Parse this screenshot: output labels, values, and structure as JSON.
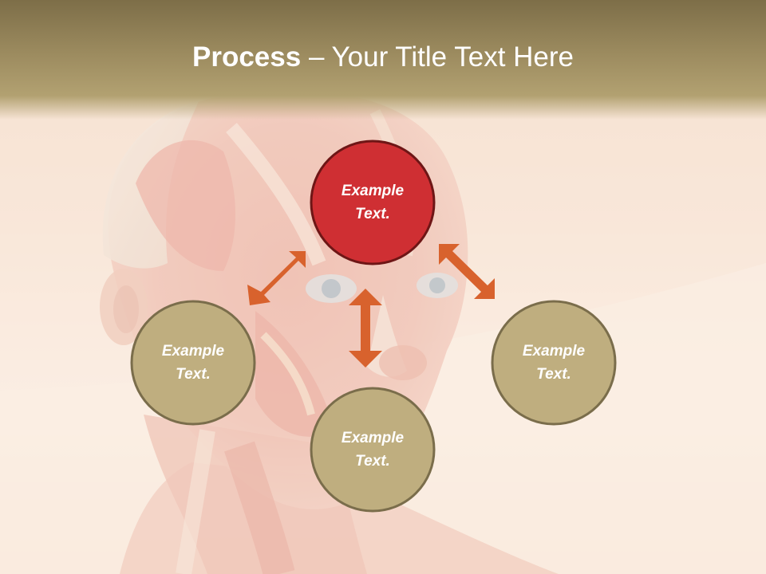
{
  "title": {
    "bold": "Process",
    "rest": " – Your Title Text Here"
  },
  "nodes": [
    {
      "label_line1": "Example",
      "label_line2": "Text.",
      "fill": "#cf2f33",
      "stroke": "#6e1616"
    },
    {
      "label_line1": "Example",
      "label_line2": "Text.",
      "fill": "#bfae7f",
      "stroke": "#7a6d4b"
    },
    {
      "label_line1": "Example",
      "label_line2": "Text.",
      "fill": "#bfae7f",
      "stroke": "#7a6d4b"
    },
    {
      "label_line1": "Example",
      "label_line2": "Text.",
      "fill": "#bfae7f",
      "stroke": "#7a6d4b"
    }
  ],
  "colors": {
    "arrow": "#d8622d",
    "header": "#9c8b5f",
    "node_primary": "#cf2f33",
    "node_secondary": "#bfae7f"
  },
  "background": {
    "illustration": "anatomical-head-muscles"
  }
}
